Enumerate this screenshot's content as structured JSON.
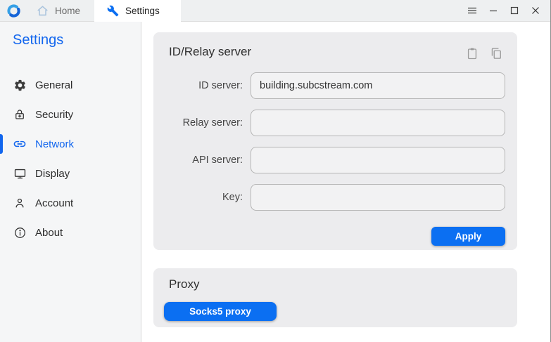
{
  "colors": {
    "accent": "#0b6ff2",
    "accent_text": "#1266ee"
  },
  "titlebar": {
    "logo": "rustdesk-logo",
    "tabs": [
      {
        "label": "Home",
        "icon": "home-icon",
        "active": false
      },
      {
        "label": "Settings",
        "icon": "wrench-icon",
        "active": true
      }
    ],
    "window_controls": [
      {
        "name": "menu",
        "icon": "hamburger-icon"
      },
      {
        "name": "minimize",
        "icon": "minimize-icon"
      },
      {
        "name": "maximize",
        "icon": "maximize-icon"
      },
      {
        "name": "close",
        "icon": "close-icon"
      }
    ]
  },
  "sidebar": {
    "title": "Settings",
    "items": [
      {
        "label": "General",
        "icon": "gear-icon",
        "selected": false
      },
      {
        "label": "Security",
        "icon": "lock-icon",
        "selected": false
      },
      {
        "label": "Network",
        "icon": "link-icon",
        "selected": true
      },
      {
        "label": "Display",
        "icon": "monitor-icon",
        "selected": false
      },
      {
        "label": "Account",
        "icon": "person-icon",
        "selected": false
      },
      {
        "label": "About",
        "icon": "info-icon",
        "selected": false
      }
    ]
  },
  "main": {
    "id_relay_card": {
      "title": "ID/Relay server",
      "header_icons": [
        "paste-icon",
        "copy-icon"
      ],
      "fields": [
        {
          "label": "ID server:",
          "value": "building.subcstream.com"
        },
        {
          "label": "Relay server:",
          "value": ""
        },
        {
          "label": "API server:",
          "value": ""
        },
        {
          "label": "Key:",
          "value": ""
        }
      ],
      "apply_label": "Apply"
    },
    "proxy_card": {
      "title": "Proxy",
      "socks5_button_label": "Socks5 proxy"
    }
  }
}
